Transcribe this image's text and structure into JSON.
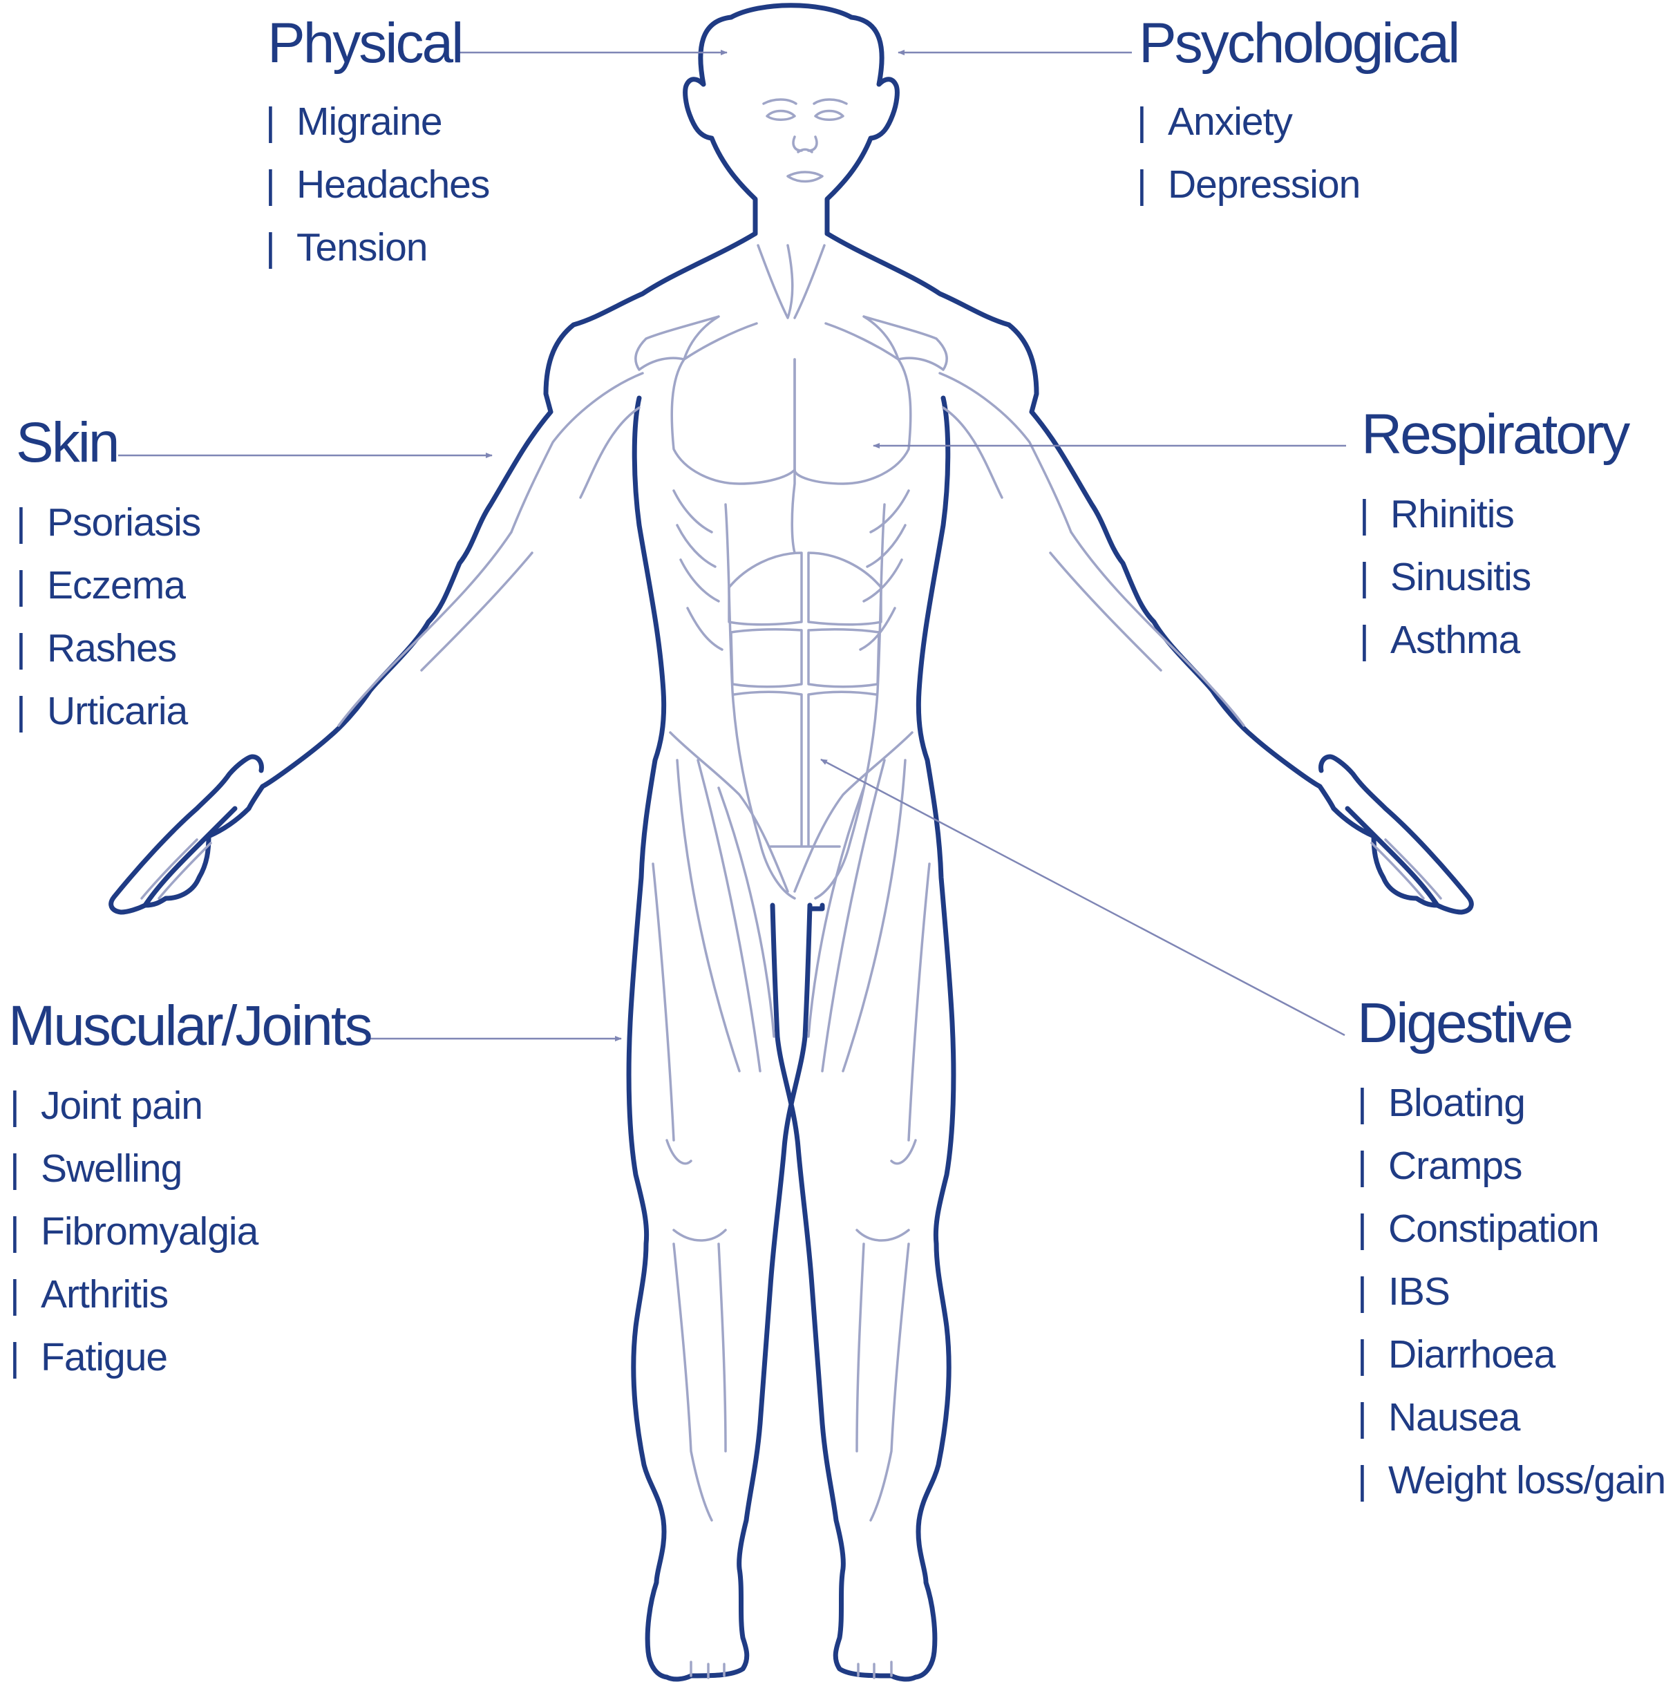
{
  "colors": {
    "outline": "#1f3b84",
    "detail": "#9fa5c7",
    "text": "#1f3b84",
    "arrow": "#7f86b5"
  },
  "categories": {
    "physical": {
      "title": "Physical",
      "items": [
        "Migraine",
        "Headaches",
        "Tension"
      ]
    },
    "psychological": {
      "title": "Psychological",
      "items": [
        "Anxiety",
        "Depression"
      ]
    },
    "skin": {
      "title": "Skin",
      "items": [
        "Psoriasis",
        "Eczema",
        "Rashes",
        "Urticaria"
      ]
    },
    "respiratory": {
      "title": "Respiratory",
      "items": [
        "Rhinitis",
        "Sinusitis",
        "Asthma"
      ]
    },
    "muscular": {
      "title": "Muscular/Joints",
      "items": [
        "Joint pain",
        "Swelling",
        "Fibromyalgia",
        "Arthritis",
        "Fatigue"
      ]
    },
    "digestive": {
      "title": "Digestive",
      "items": [
        "Bloating",
        "Cramps",
        "Constipation",
        "IBS",
        "Diarrhoea",
        "Nausea",
        "Weight loss/gain"
      ]
    }
  },
  "separator": "|"
}
